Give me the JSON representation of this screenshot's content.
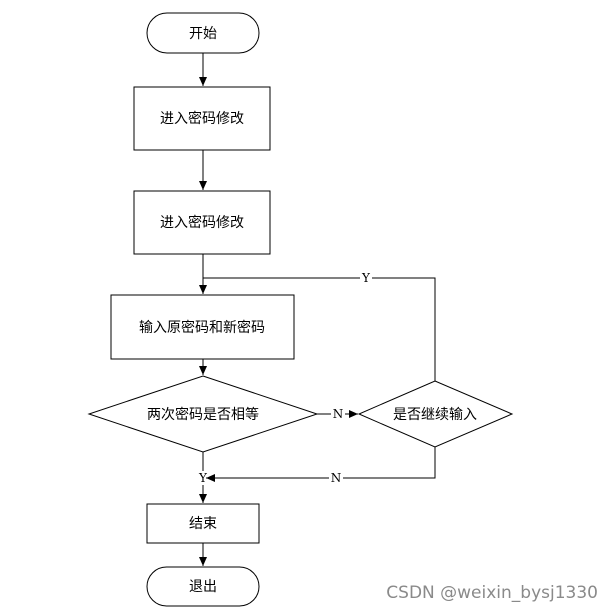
{
  "nodes": {
    "start": "开始",
    "enter_change_1": "进入密码修改",
    "enter_change_2": "进入密码修改",
    "input_passwords": "输入原密码和新密码",
    "compare": "两次密码是否相等",
    "continue_input": "是否继续输入",
    "finish": "结束",
    "exit": "退出"
  },
  "edge_labels": {
    "continue_yes": "Y",
    "compare_no": "N",
    "continue_no": "N",
    "compare_yes": "Y"
  },
  "watermark": "CSDN @weixin_bysj1330"
}
